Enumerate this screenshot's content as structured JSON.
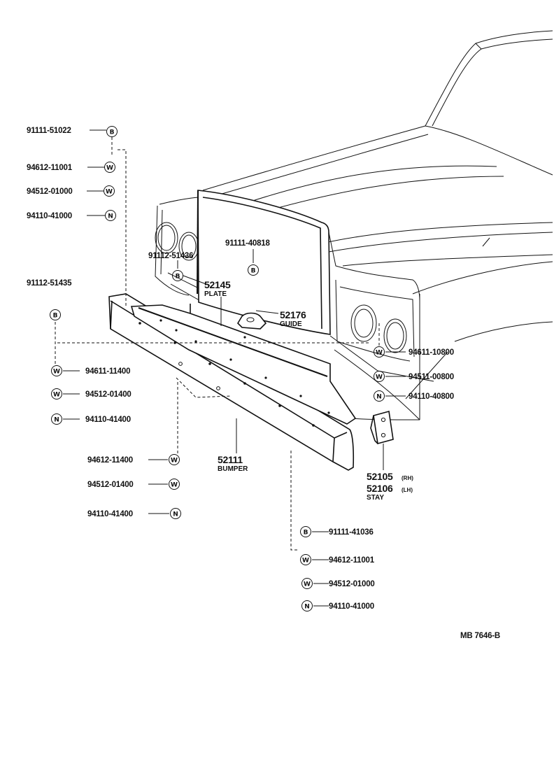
{
  "diagram_code": "MB 7646-B",
  "symbols": {
    "bolt": "B",
    "washer": "W",
    "nut": "N"
  },
  "callouts": [
    {
      "id": "c1",
      "part": "91111-51022",
      "symbol": "bolt"
    },
    {
      "id": "c2",
      "part": "94612-11001",
      "symbol": "washer"
    },
    {
      "id": "c3",
      "part": "94512-01000",
      "symbol": "washer"
    },
    {
      "id": "c4",
      "part": "94110-41000",
      "symbol": "nut"
    },
    {
      "id": "c5",
      "part": "91112-51435",
      "symbol": "bolt"
    },
    {
      "id": "c6",
      "part": "94611-11400",
      "symbol": "washer"
    },
    {
      "id": "c7",
      "part": "94512-01400",
      "symbol": "washer"
    },
    {
      "id": "c8",
      "part": "94110-41400",
      "symbol": "nut"
    },
    {
      "id": "c9",
      "part": "94612-11400",
      "symbol": "washer"
    },
    {
      "id": "c10",
      "part": "94512-01400",
      "symbol": "washer"
    },
    {
      "id": "c11",
      "part": "94110-41400",
      "symbol": "nut"
    },
    {
      "id": "c12",
      "part": "91112-51436",
      "symbol": "bolt"
    },
    {
      "id": "c13",
      "part": "91111-40818",
      "symbol": "bolt"
    },
    {
      "id": "c14",
      "part": "94611-10800",
      "symbol": "washer"
    },
    {
      "id": "c15",
      "part": "94511-00800",
      "symbol": "washer"
    },
    {
      "id": "c16",
      "part": "94110-40800",
      "symbol": "nut"
    },
    {
      "id": "c17",
      "part": "91111-41036",
      "symbol": "bolt"
    },
    {
      "id": "c18",
      "part": "94612-11001",
      "symbol": "washer"
    },
    {
      "id": "c19",
      "part": "94512-01000",
      "symbol": "washer"
    },
    {
      "id": "c20",
      "part": "94110-41000",
      "symbol": "nut"
    }
  ],
  "main_parts": [
    {
      "id": "plate",
      "number": "52145",
      "name": "PLATE"
    },
    {
      "id": "guide",
      "number": "52176",
      "name": "GUIDE"
    },
    {
      "id": "bumper",
      "number": "52111",
      "name": "BUMPER"
    },
    {
      "id": "stay",
      "number_rh": "52105",
      "side_rh": "(RH)",
      "number_lh": "52106",
      "side_lh": "(LH)",
      "name": "STAY"
    }
  ]
}
